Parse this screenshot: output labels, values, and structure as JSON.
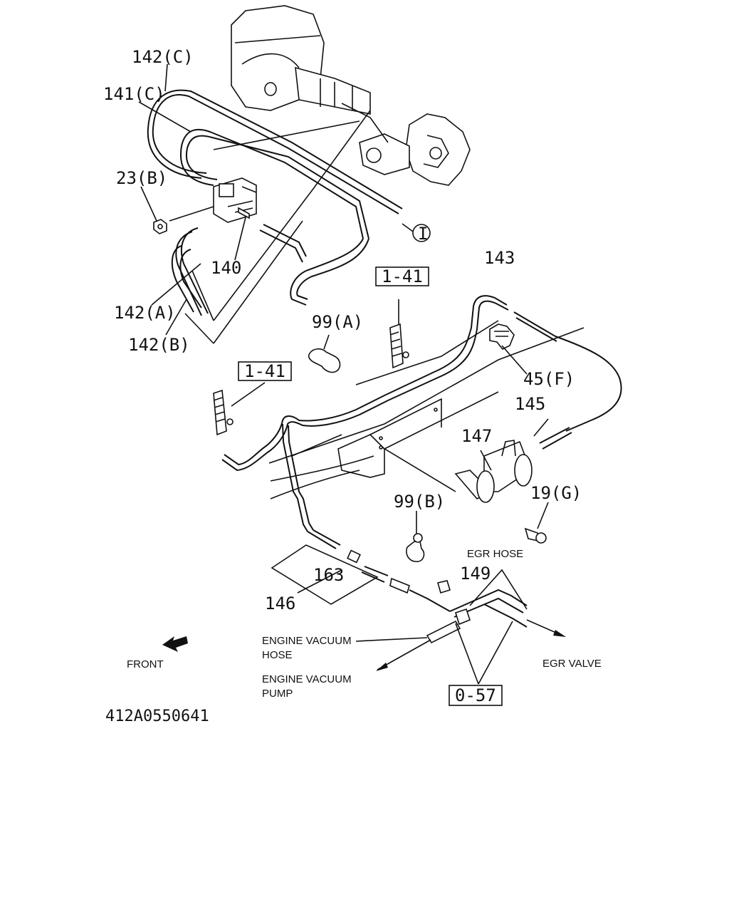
{
  "diagram": {
    "labels": {
      "l_142c": "142(C)",
      "l_141c": "141(C)",
      "l_23b": "23(B)",
      "l_140": "140",
      "l_142a": "142(A)",
      "l_142b": "142(B)",
      "l_143": "143",
      "l_99a": "99(A)",
      "l_45f": "45(F)",
      "l_145": "145",
      "l_147": "147",
      "l_19g": "19(G)",
      "l_99b": "99(B)",
      "l_163": "163",
      "l_146": "146",
      "l_149": "149",
      "l_circle": "I"
    },
    "ref_boxes": {
      "ref1": "1-41",
      "ref2": "1-41",
      "ref3": "0-57"
    },
    "callouts": {
      "egr_hose": "EGR HOSE",
      "engine_vacuum_hose_1": "ENGINE VACUUM",
      "engine_vacuum_hose_2": "HOSE",
      "engine_vacuum_pump_1": "ENGINE VACUUM",
      "engine_vacuum_pump_2": "PUMP",
      "egr_valve": "EGR VALVE",
      "front": "FRONT"
    },
    "drawing_code": "412A0550641"
  }
}
